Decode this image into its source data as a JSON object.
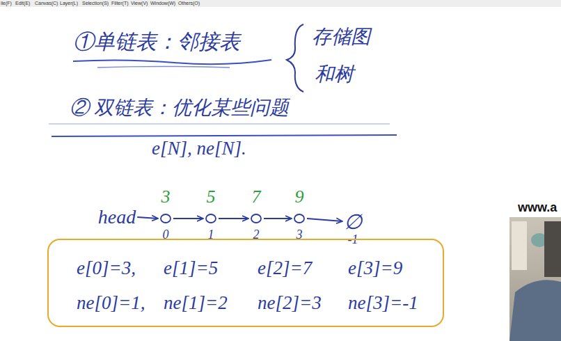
{
  "diagram": {
    "nodes": [
      {
        "text": [
          "head"
        ]
      },
      {
        "text": [
          "3",
          "0"
        ]
      },
      {
        "text": [
          "5",
          "1"
        ]
      },
      {
        "text": [
          "7",
          "2"
        ]
      },
      {
        "text": [
          "9",
          "3"
        ]
      },
      {
        "text": [
          "∅",
          "-1"
        ]
      },
      {
        "text": [
          "e[0]=3,",
          "e[1]=5",
          "e[2]=7",
          "e[3]=9",
          "ne[0]=1,",
          "ne[1]=2",
          "ne[2]=3",
          "ne[3]=-1"
        ]
      }
    ],
    "edges": [
      {
        "from": 0,
        "to": 1,
        "arrow": "to"
      },
      {
        "from": 1,
        "to": 2,
        "arrow": "to"
      },
      {
        "from": 2,
        "to": 3,
        "arrow": "to"
      },
      {
        "from": 3,
        "to": 4,
        "arrow": "to"
      },
      {
        "from": 4,
        "to": 5,
        "arrow": "to"
      }
    ],
    "labels": [
      "ile(F)",
      "Edit(E)",
      "Canvas(C)",
      "Layer(L)",
      "Selection(S)",
      "Filter(T)",
      "View(V)",
      "Window(W)",
      "Others(O)",
      "①单链表：邻接表",
      "存储图",
      "和树",
      "② 双链表：优化某些问题",
      "e[N], ne[N].",
      "www.a"
    ]
  }
}
